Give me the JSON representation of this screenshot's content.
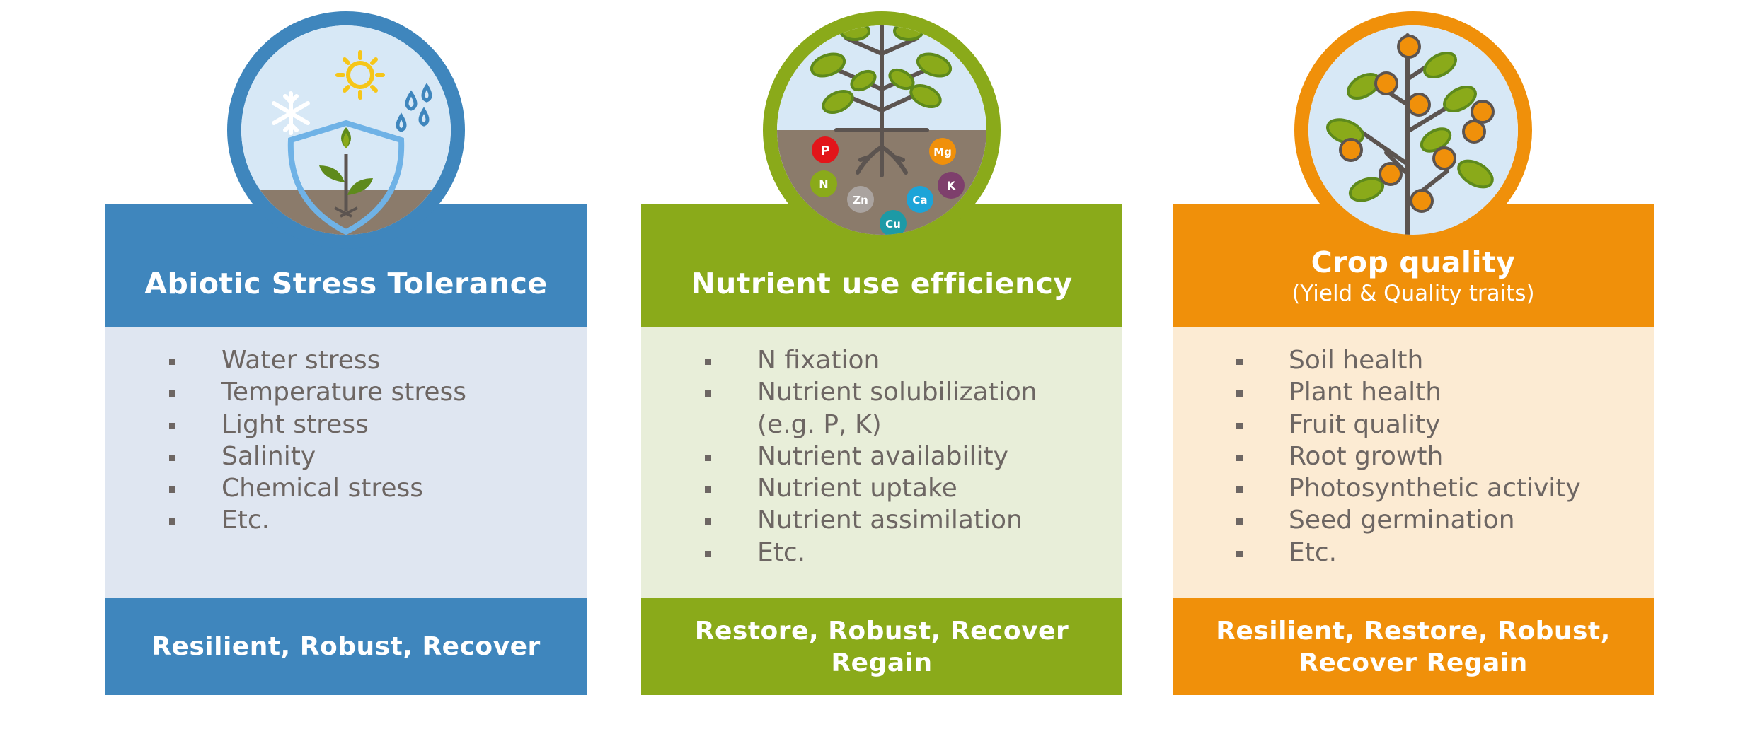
{
  "colors": {
    "blue": "#3f86bd",
    "blue_light": "#dfe6f1",
    "green": "#8aaa1a",
    "green_light": "#e8eed9",
    "orange": "#f0900a",
    "orange_light": "#fcebd3",
    "text_gray": "#6d6663",
    "soil_brown": "#8b7b6b",
    "sky": "#d7e8f6"
  },
  "cards": [
    {
      "title": "Abiotic Stress Tolerance",
      "subtitle": "",
      "icon": "plant-shield-weather-icon",
      "items": [
        "Water stress",
        "Temperature stress",
        "Light stress",
        "Salinity",
        "Chemical stress",
        "Etc."
      ],
      "footer_line1": "Resilient, Robust, Recover",
      "footer_line2": ""
    },
    {
      "title": "Nutrient use efficiency",
      "subtitle": "",
      "icon": "plant-roots-nutrients-icon",
      "nutrients": [
        "P",
        "Mg",
        "N",
        "K",
        "Zn",
        "Ca",
        "Cu"
      ],
      "items": [
        "N fixation",
        "Nutrient solubilization",
        "(e.g. P, K)",
        "Nutrient availability",
        "Nutrient uptake",
        "Nutrient assimilation",
        "Etc."
      ],
      "footer_line1": "Restore, Robust, Recover",
      "footer_line2": "Regain"
    },
    {
      "title": "Crop quality",
      "subtitle": "(Yield & Quality traits)",
      "icon": "fruit-tree-icon",
      "items": [
        "Soil health",
        "Plant health",
        "Fruit quality",
        "Root growth",
        "Photosynthetic activity",
        "Seed germination",
        "Etc."
      ],
      "footer_line1": "Resilient, Restore, Robust,",
      "footer_line2": "Recover Regain"
    }
  ]
}
